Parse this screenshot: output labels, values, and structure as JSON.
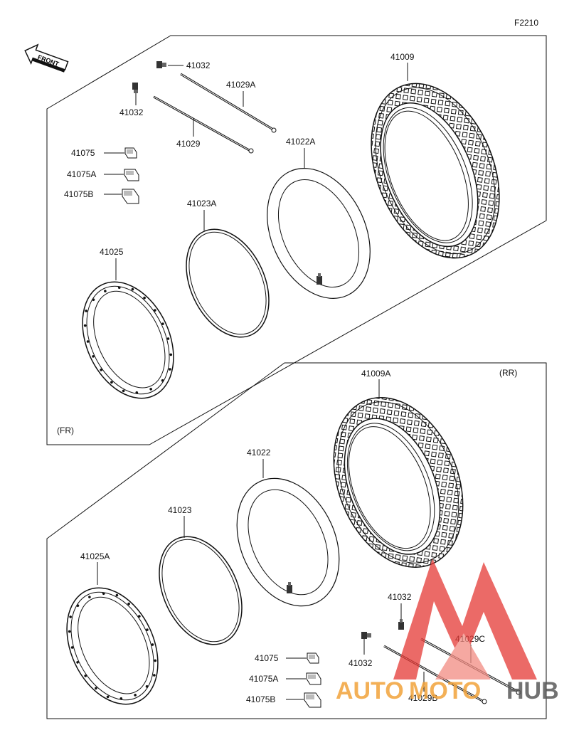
{
  "figure_code": "F2210",
  "front_arrow_text": "FRONT",
  "sections": {
    "front": {
      "tag": "(FR)"
    },
    "rear": {
      "tag": "(RR)"
    }
  },
  "labels": {
    "p41009": "41009",
    "p41032a": "41032",
    "p41032b": "41032",
    "p41029A": "41029A",
    "p41029": "41029",
    "p41022A": "41022A",
    "p41075_fr": "41075",
    "p41075A_fr": "41075A",
    "p41075B_fr": "41075B",
    "p41023A": "41023A",
    "p41025": "41025",
    "p41009A": "41009A",
    "p41022": "41022",
    "p41023": "41023",
    "p41025A": "41025A",
    "p41032c": "41032",
    "p41032d": "41032",
    "p41029C": "41029C",
    "p41029B": "41029B",
    "p41075_rr": "41075",
    "p41075A_rr": "41075A",
    "p41075B_rr": "41075B"
  },
  "watermark": {
    "left": "AUTO",
    "middle": "MOTO",
    "right": "HUB",
    "color_primary": "#f2a33a",
    "color_logo": "#e53935",
    "color_text_dark": "#5a5a5a"
  }
}
